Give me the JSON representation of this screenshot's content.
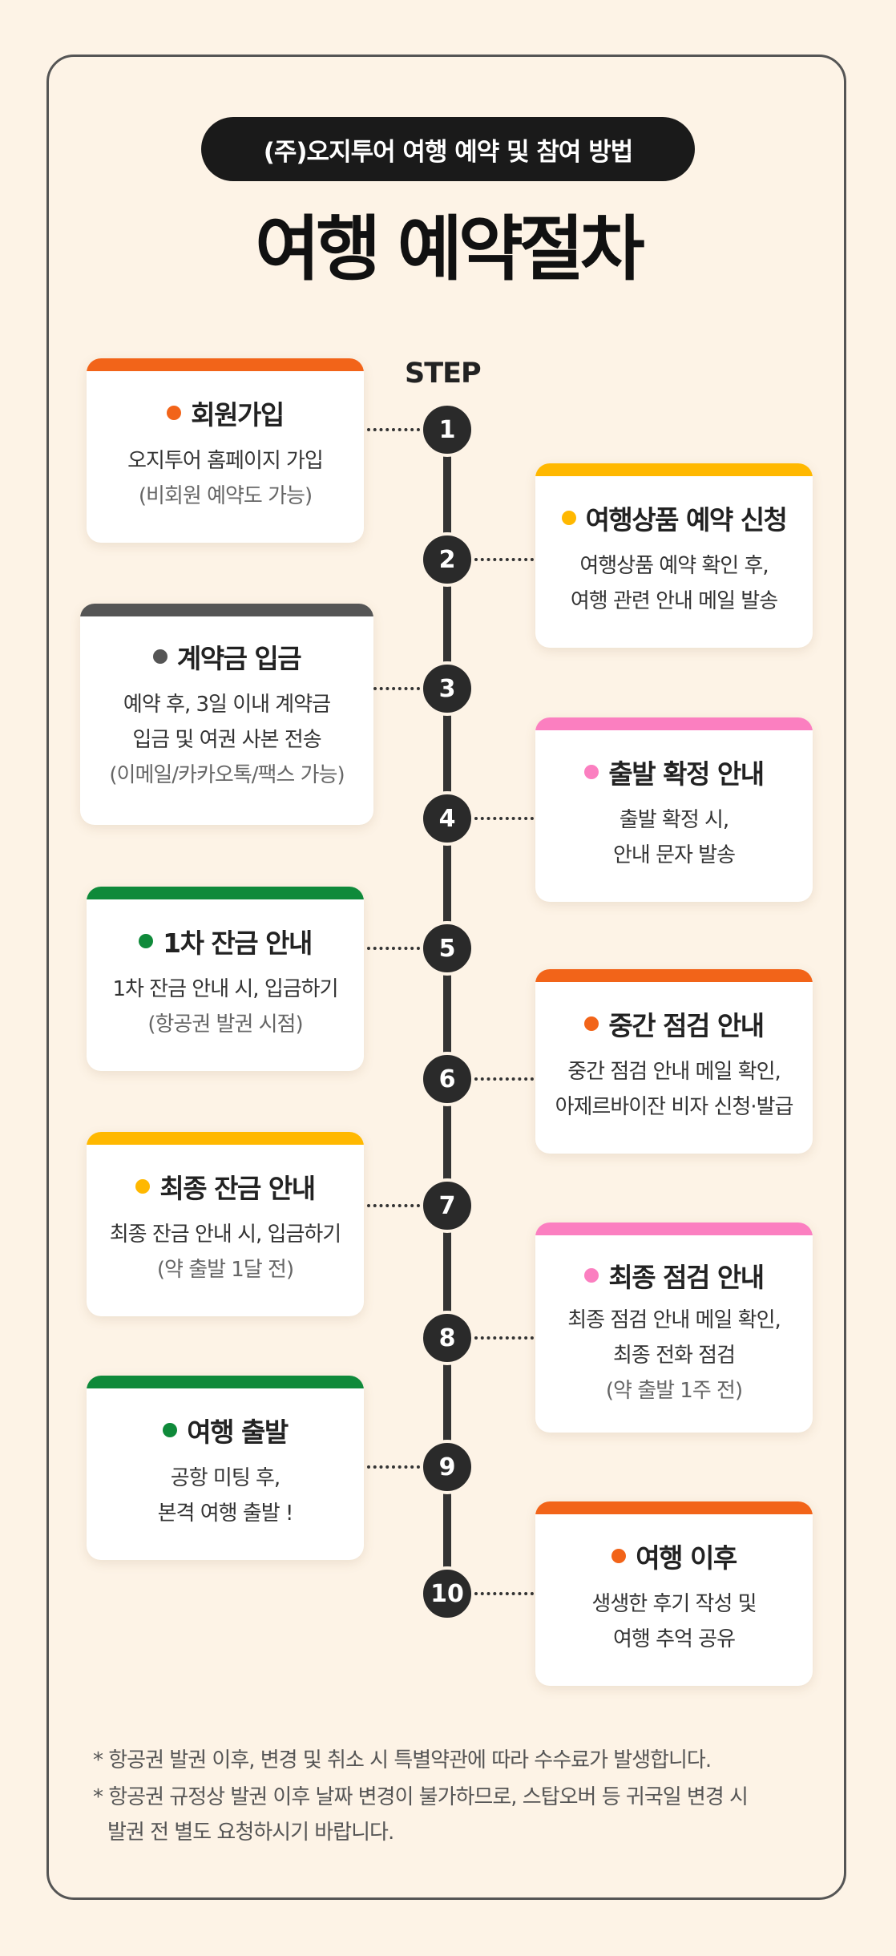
{
  "header": {
    "pill": "(주)오지투어 여행 예약 및 참여 방법",
    "title": "여행 예약절차",
    "step_label": "STEP"
  },
  "colors": {
    "orange": "#f26419",
    "yellow": "#ffb800",
    "gray": "#555555",
    "pink": "#fb7fc0",
    "green": "#0f8a3a"
  },
  "steps": [
    {
      "number": "1",
      "title": "회원가입",
      "line1": "오지투어 홈페이지 가입",
      "line2": "(비회원 예약도 가능)",
      "line3": "",
      "color": "#f26419"
    },
    {
      "number": "2",
      "title": "여행상품 예약 신청",
      "line1": "여행상품 예약 확인 후,",
      "line2": "여행 관련 안내 메일 발송",
      "line3": "",
      "color": "#ffb800"
    },
    {
      "number": "3",
      "title": "계약금 입금",
      "line1": "예약 후, 3일 이내 계약금",
      "line2": "입금 및 여권 사본 전송",
      "line3": "(이메일/카카오톡/팩스 가능)",
      "color": "#555555"
    },
    {
      "number": "4",
      "title": "출발 확정 안내",
      "line1": "출발 확정 시,",
      "line2": "안내 문자 발송",
      "line3": "",
      "color": "#fb7fc0"
    },
    {
      "number": "5",
      "title": "1차 잔금 안내",
      "line1": "1차 잔금 안내 시, 입금하기",
      "line2": "(항공권 발권 시점)",
      "line3": "",
      "color": "#0f8a3a"
    },
    {
      "number": "6",
      "title": "중간 점검 안내",
      "line1": "중간 점검 안내 메일 확인,",
      "line2": "아제르바이잔 비자 신청·발급",
      "line3": "",
      "color": "#f26419"
    },
    {
      "number": "7",
      "title": "최종 잔금 안내",
      "line1": "최종 잔금 안내 시, 입금하기",
      "line2": "(약 출발 1달 전)",
      "line3": "",
      "color": "#ffb800"
    },
    {
      "number": "8",
      "title": "최종 점검 안내",
      "line1": "최종 점검 안내 메일 확인,",
      "line2": "최종 전화 점검",
      "line3": "(약 출발 1주 전)",
      "color": "#fb7fc0"
    },
    {
      "number": "9",
      "title": "여행 출발",
      "line1": "공항 미팅 후,",
      "line2": "본격 여행 출발 !",
      "line3": "",
      "color": "#0f8a3a"
    },
    {
      "number": "10",
      "title": "여행 이후",
      "line1": "생생한 후기 작성 및",
      "line2": "여행 추억 공유",
      "line3": "",
      "color": "#f26419"
    }
  ],
  "footnotes": {
    "note1": "* 항공권 발권 이후, 변경 및 취소 시 특별약관에 따라 수수료가 발생합니다.",
    "note2_a": "* 항공권 규정상 발권 이후 날짜 변경이 불가하므로, 스탑오버 등 귀국일 변경 시",
    "note2_b": "발권 전 별도 요청하시기 바랍니다."
  }
}
